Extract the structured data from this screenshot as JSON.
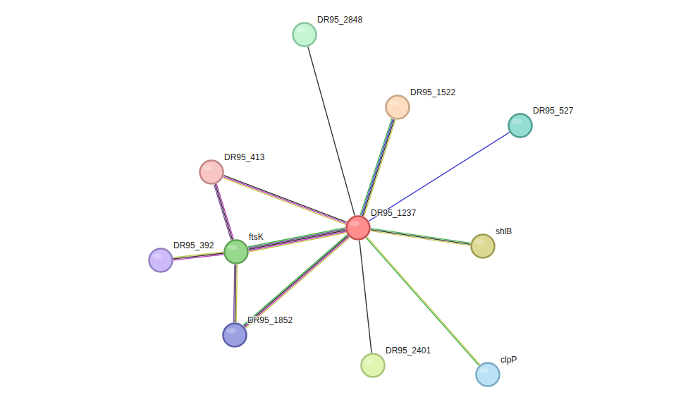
{
  "diagram": {
    "nodes": [
      {
        "text": [
          "DR95_2848"
        ]
      },
      {
        "text": [
          "DR95_1522"
        ]
      },
      {
        "text": [
          "DR95_527"
        ]
      },
      {
        "text": [
          "DR95_413"
        ]
      },
      {
        "text": [
          "DR95_1237"
        ]
      },
      {
        "text": [
          "shlB"
        ]
      },
      {
        "text": [
          "ftsK"
        ]
      },
      {
        "text": [
          "DR95_392"
        ]
      },
      {
        "text": [
          "DR95_1852"
        ]
      },
      {
        "text": [
          "DR95_2401"
        ]
      },
      {
        "text": [
          "clpP"
        ]
      }
    ],
    "edges": [
      {
        "from": 4,
        "to": 0,
        "arrow": "none"
      },
      {
        "from": 4,
        "to": 1,
        "arrow": "none"
      },
      {
        "from": 4,
        "to": 2,
        "arrow": "none"
      },
      {
        "from": 4,
        "to": 3,
        "arrow": "none"
      },
      {
        "from": 4,
        "to": 5,
        "arrow": "none"
      },
      {
        "from": 4,
        "to": 6,
        "arrow": "none"
      },
      {
        "from": 4,
        "to": 8,
        "arrow": "none"
      },
      {
        "from": 4,
        "to": 9,
        "arrow": "none"
      },
      {
        "from": 4,
        "to": 10,
        "arrow": "none"
      },
      {
        "from": 3,
        "to": 6,
        "arrow": "none"
      },
      {
        "from": 7,
        "to": 6,
        "arrow": "none"
      },
      {
        "from": 6,
        "to": 8,
        "arrow": "none"
      }
    ]
  }
}
